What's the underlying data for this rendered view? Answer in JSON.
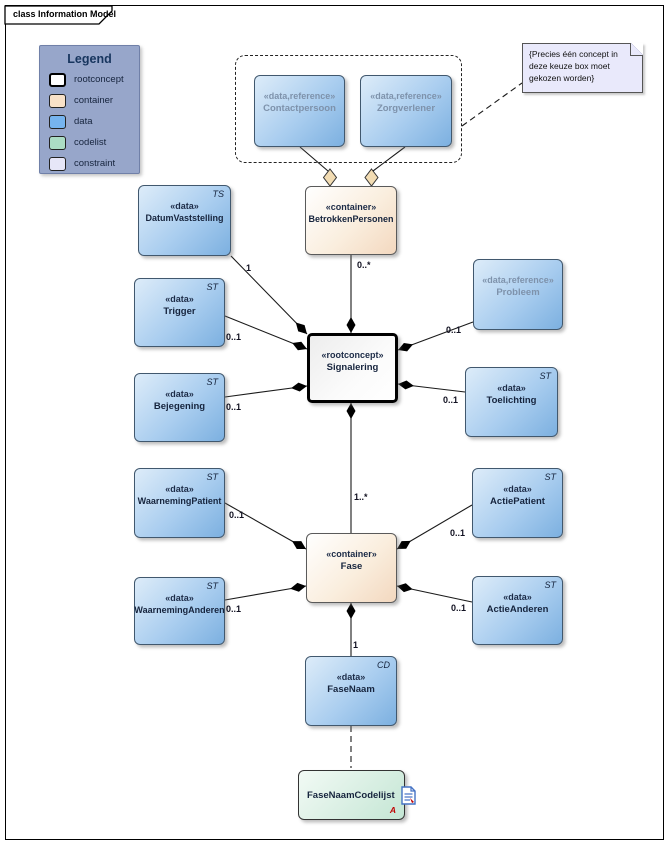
{
  "frame": {
    "title": "class Information Model"
  },
  "legend": {
    "title": "Legend",
    "items": [
      {
        "label": "rootconcept",
        "color": "#ffffff"
      },
      {
        "label": "container",
        "color": "#f8e1c8"
      },
      {
        "label": "data",
        "color": "#76b4ef"
      },
      {
        "label": "codelist",
        "color": "#abdcc4"
      },
      {
        "label": "constraint",
        "color": "#e6e6f8"
      }
    ]
  },
  "note": {
    "text": "{Precies één concept in deze keuze box moet gekozen worden}"
  },
  "classes": {
    "contactpersoon": {
      "stereotype": "«data,reference»",
      "name": "Contactpersoon"
    },
    "zorgverlener": {
      "stereotype": "«data,reference»",
      "name": "Zorgverlener"
    },
    "betrokkenpersonen": {
      "stereotype": "«container»",
      "name": "BetrokkenPersonen"
    },
    "datumvaststelling": {
      "stereotype": "«data»",
      "name": "DatumVaststelling",
      "tag": "TS"
    },
    "trigger": {
      "stereotype": "«data»",
      "name": "Trigger",
      "tag": "ST"
    },
    "bejegening": {
      "stereotype": "«data»",
      "name": "Bejegening",
      "tag": "ST"
    },
    "signalering": {
      "stereotype": "«rootconcept»",
      "name": "Signalering"
    },
    "probleem": {
      "stereotype": "«data,reference»",
      "name": "Probleem"
    },
    "toelichting": {
      "stereotype": "«data»",
      "name": "Toelichting",
      "tag": "ST"
    },
    "waarnemingpatient": {
      "stereotype": "«data»",
      "name": "WaarnemingPatient",
      "tag": "ST"
    },
    "waarneminganderen": {
      "stereotype": "«data»",
      "name": "WaarnemingAnderen",
      "tag": "ST"
    },
    "fase": {
      "stereotype": "«container»",
      "name": "Fase"
    },
    "actiepatient": {
      "stereotype": "«data»",
      "name": "ActiePatient",
      "tag": "ST"
    },
    "actieanderen": {
      "stereotype": "«data»",
      "name": "ActieAnderen",
      "tag": "ST"
    },
    "fasenaam": {
      "stereotype": "«data»",
      "name": "FaseNaam",
      "tag": "CD"
    },
    "fasenaamcodelijst": {
      "name": "FaseNaamCodelijst",
      "marker": "A"
    }
  },
  "multiplicities": {
    "datumvaststelling": "1",
    "betrokkenpersonen": "0..*",
    "trigger": "0..1",
    "bejegening": "0..1",
    "probleem": "0..1",
    "toelichting": "0..1",
    "fase": "1..*",
    "waarnemingpatient": "0..1",
    "waarneminganderen": "0..1",
    "actiepatient": "0..1",
    "actieanderen": "0..1",
    "fasenaam": "1"
  },
  "colors": {
    "data_fill": "#7cb0e0",
    "container_fill": "#f3d8bf",
    "codelist_fill": "#c4e6d4",
    "constraint_fill": "#e9e9fb",
    "rootconcept_fill": "#ffffff",
    "legend_bg": "#97a6ca",
    "reference_text": "#7e92ab",
    "marker_red": "#c00000"
  }
}
